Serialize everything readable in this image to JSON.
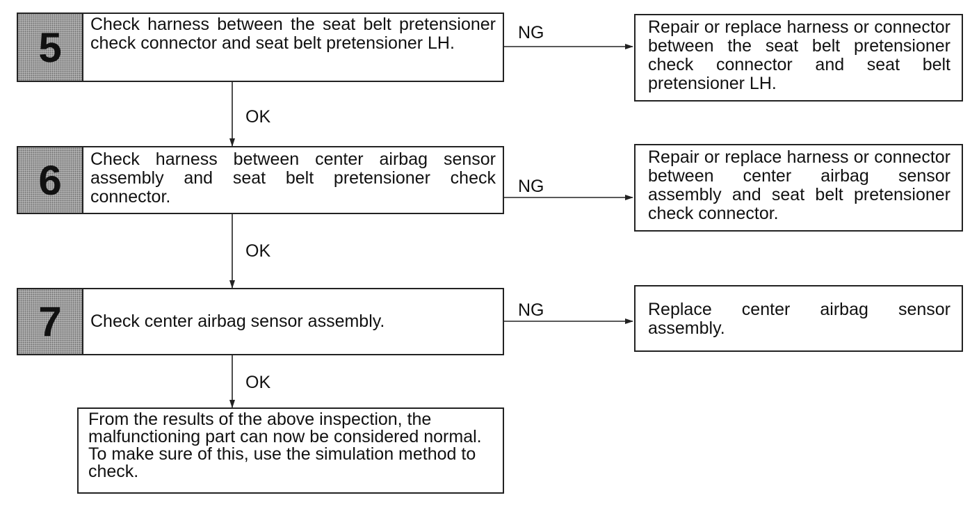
{
  "steps": [
    {
      "number": "5",
      "text": "Check harness between the seat belt pretensioner check connector and seat belt pretensioner LH.",
      "ng_label": "NG",
      "ok_label": "OK",
      "ng_result": "Repair or replace harness or connector between the seat belt pretensioner check connector and seat belt pretensioner LH."
    },
    {
      "number": "6",
      "text": "Check harness between center airbag sensor assembly and seat belt pretensioner check connector.",
      "ng_label": "NG",
      "ok_label": "OK",
      "ng_result": "Repair or replace harness or connector between center airbag sensor assembly and seat belt pretensioner check connector."
    },
    {
      "number": "7",
      "text": "Check center airbag sensor assembly.",
      "ng_label": "NG",
      "ok_label": "OK",
      "ng_result": "Replace center airbag sensor assembly."
    }
  ],
  "final": {
    "text": "From the results of the above inspection, the malfunctioning part can now be considered normal. To make sure of this, use the simulation method to check."
  }
}
